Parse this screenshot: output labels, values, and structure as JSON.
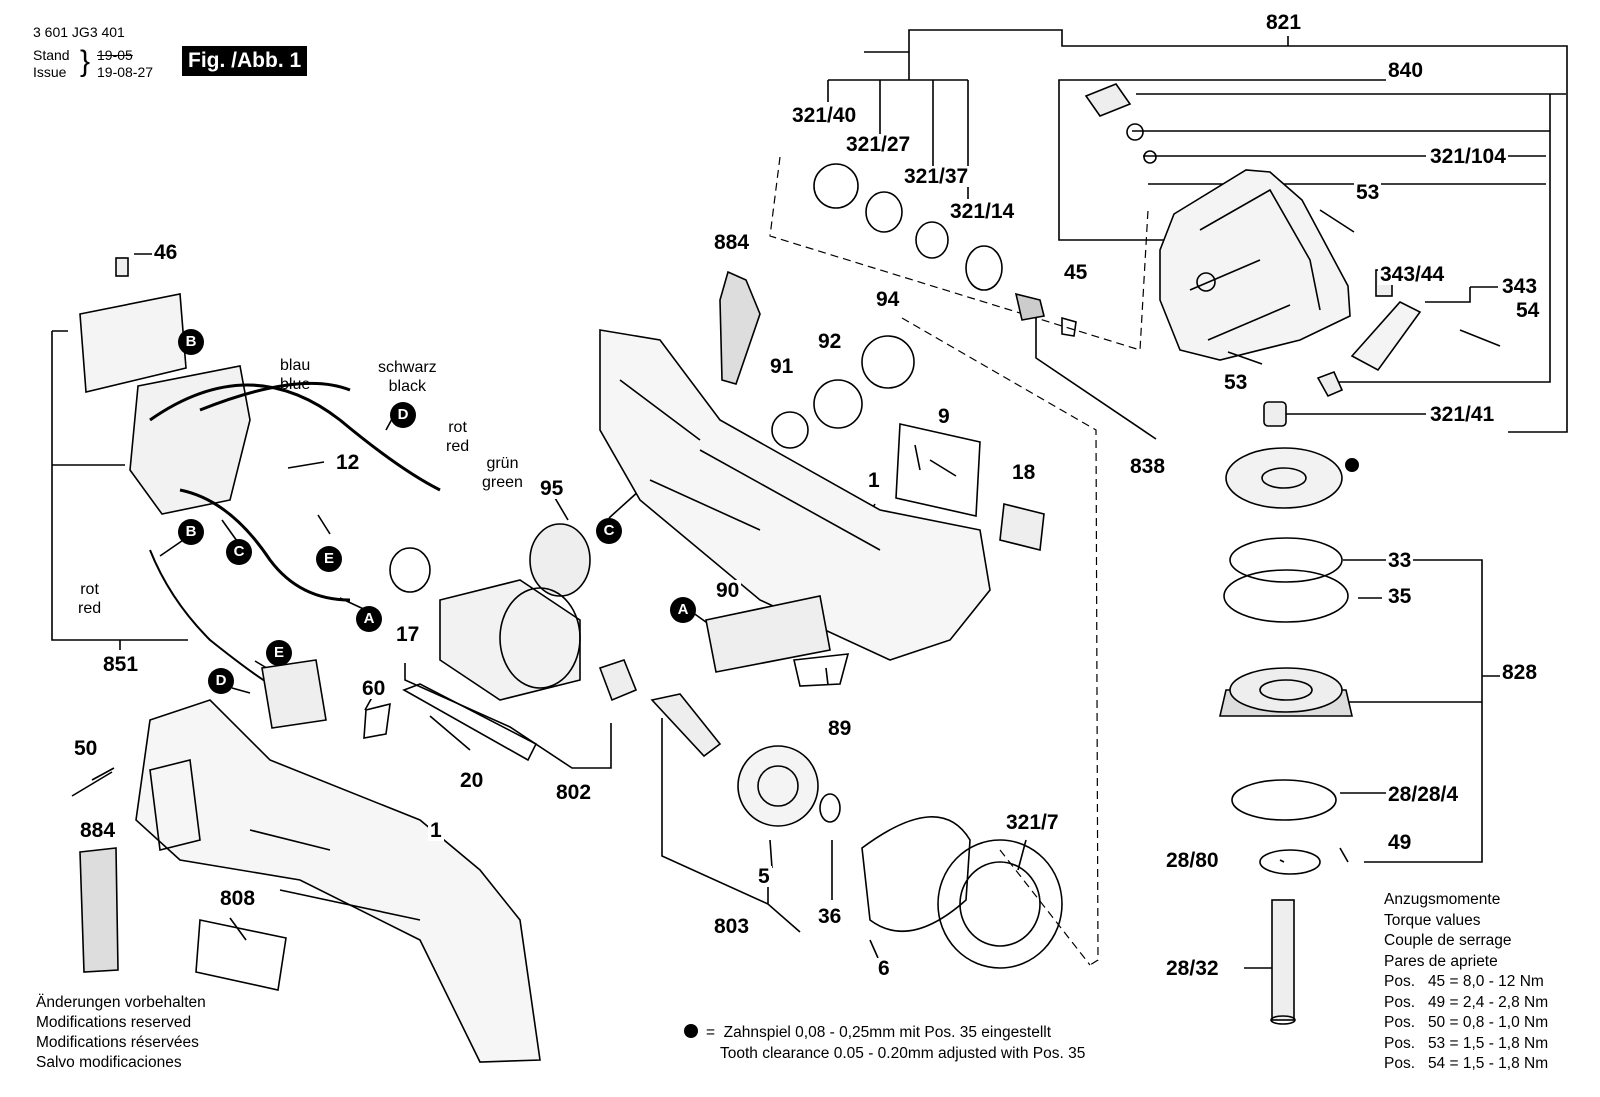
{
  "header": {
    "doc_number": "3 601 JG3 401",
    "stand_label": "Stand",
    "issue_label": "Issue",
    "stand_value": "19-05",
    "issue_value": "19-08-27",
    "figure_label": "Fig. /Abb. 1"
  },
  "part_labels": [
    "821",
    "840",
    "321/40",
    "321/27",
    "321/37",
    "321/14",
    "321/104",
    "53",
    "45",
    "884",
    "94",
    "92",
    "91",
    "343/44",
    "343",
    "54",
    "53",
    "46",
    "321/41",
    "838",
    "9",
    "1",
    "18",
    "95",
    "12",
    "90",
    "89",
    "33",
    "35",
    "828",
    "17",
    "60",
    "20",
    "802",
    "50",
    "884",
    "1",
    "808",
    "5",
    "36",
    "803",
    "6",
    "321/7",
    "28/28/4",
    "49",
    "28/80",
    "28/32",
    "851"
  ],
  "wire_labels": {
    "blue": [
      "blau",
      "blue"
    ],
    "black": [
      "schwarz",
      "black"
    ],
    "red_top": [
      "rot",
      "red"
    ],
    "green": [
      "grün",
      "green"
    ],
    "red_left": [
      "rot",
      "red"
    ]
  },
  "connectors": [
    "B",
    "D",
    "C",
    "B",
    "C",
    "E",
    "A",
    "E",
    "D",
    "A"
  ],
  "modifications_notice": [
    "Änderungen vorbehalten",
    "Modifications reserved",
    "Modifications réservées",
    "Salvo modificaciones"
  ],
  "torque": {
    "headings": [
      "Anzugsmomente",
      "Torque values",
      "Couple de serrage",
      "Pares de apriete"
    ],
    "rows": [
      {
        "label": "Pos.",
        "pos": "45",
        "value": "8,0 - 12",
        "unit": "Nm"
      },
      {
        "label": "Pos.",
        "pos": "49",
        "value": "2,4 - 2,8",
        "unit": "Nm"
      },
      {
        "label": "Pos.",
        "pos": "50",
        "value": "0,8 - 1,0",
        "unit": "Nm"
      },
      {
        "label": "Pos.",
        "pos": "53",
        "value": "1,5 - 1,8",
        "unit": "Nm"
      },
      {
        "label": "Pos.",
        "pos": "54",
        "value": "1,5 - 1,8",
        "unit": "Nm"
      }
    ]
  },
  "footnote": {
    "line1": "Zahnspiel 0,08 - 0,25mm mit Pos. 35 eingestellt",
    "line2": "Tooth clearance 0.05 - 0.20mm adjusted with Pos. 35"
  }
}
